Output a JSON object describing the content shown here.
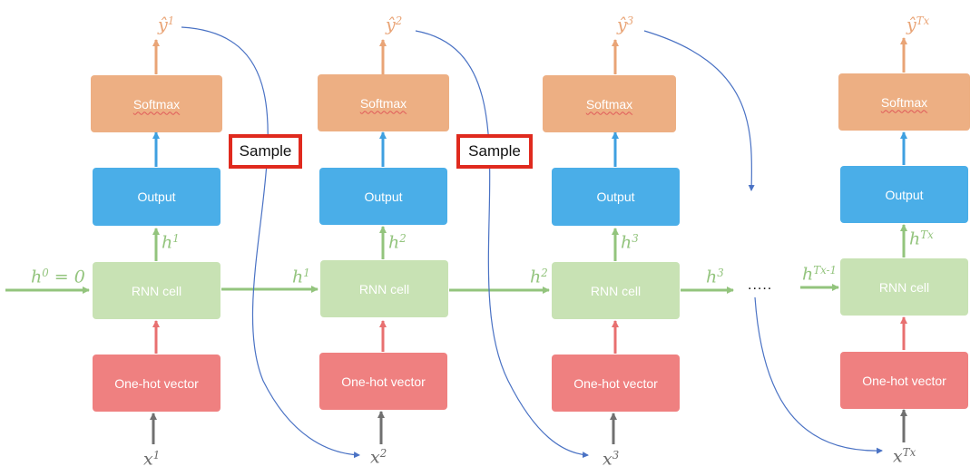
{
  "labels": {
    "softmax": "Softmax",
    "output": "Output",
    "rnn_cell": "RNN cell",
    "one_hot": "One-hot vector",
    "sample": "Sample",
    "ellipsis": "....."
  },
  "math": {
    "y_hat": "ŷ",
    "h": "h",
    "x": "x",
    "h0_eq": "h",
    "h0_sup": "0",
    "h0_rhs": " = 0",
    "sup1": "1",
    "sup2": "2",
    "sup3": "3",
    "supTx": "Tx",
    "supTx_minus": "Tx-1"
  },
  "colors": {
    "softmax": "#edaf83",
    "output": "#4aaee8",
    "rnn_cell": "#c8e2b4",
    "one_hot": "#ef8080",
    "sample_border": "#e02a1e",
    "hidden_arrow": "#93c47d",
    "input_arrow": "#707070",
    "sample_curve": "#4a72c4"
  }
}
